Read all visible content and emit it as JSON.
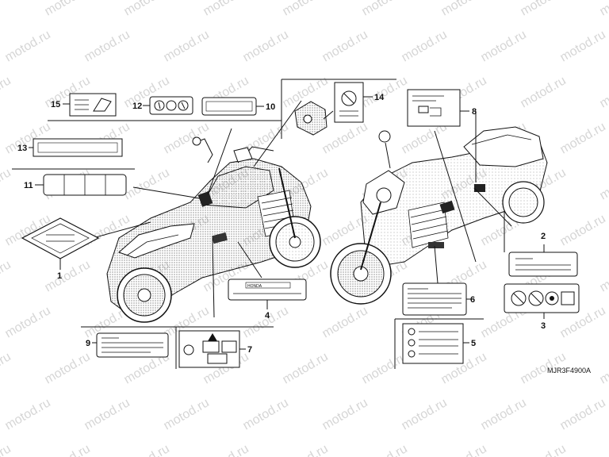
{
  "diagram": {
    "code": "MJR3F4900A",
    "watermark": "motod.ru",
    "label_tag": "HONDA",
    "callouts": [
      "1",
      "2",
      "3",
      "4",
      "5",
      "6",
      "7",
      "8",
      "9",
      "10",
      "11",
      "12",
      "13",
      "14",
      "15"
    ]
  }
}
